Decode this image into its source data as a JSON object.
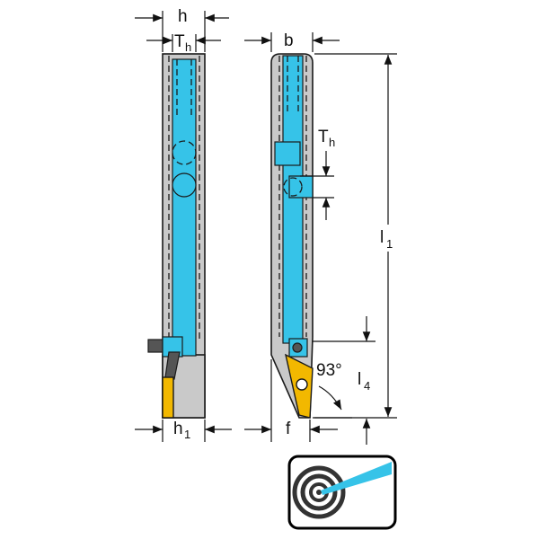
{
  "labels": {
    "h": "h",
    "th_main": "T",
    "th_sub": "h",
    "b": "b",
    "th2_main": "T",
    "th2_sub": "h",
    "l1_main": "l",
    "l1_sub": "1",
    "angle": "93°",
    "l4_main": "l",
    "l4_sub": "4",
    "h1_main": "h",
    "h1_sub": "1",
    "f": "f"
  },
  "icon": {
    "name": "internal-coolant-target-icon",
    "colors": {
      "beam": "#36c3e8",
      "rings": "#333333",
      "frame": "#000000"
    }
  },
  "colors": {
    "body": "#c9c9c9",
    "coolant": "#36c3e8",
    "insert": "#f2b800"
  }
}
